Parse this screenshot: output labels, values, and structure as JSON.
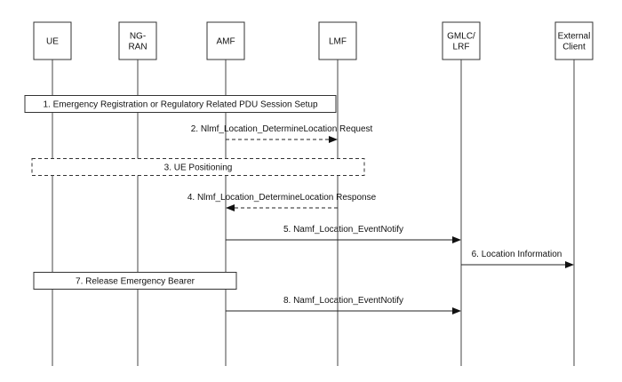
{
  "participants": [
    {
      "id": "ue",
      "lines": [
        "UE"
      ]
    },
    {
      "id": "ran",
      "lines": [
        "NG-",
        "RAN"
      ]
    },
    {
      "id": "amf",
      "lines": [
        "AMF"
      ]
    },
    {
      "id": "lmf",
      "lines": [
        "LMF"
      ]
    },
    {
      "id": "gmlc",
      "lines": [
        "GMLC/",
        "LRF"
      ]
    },
    {
      "id": "ext",
      "lines": [
        "External",
        "Client"
      ]
    }
  ],
  "steps": [
    {
      "kind": "box",
      "from": "ue",
      "to": "lmf",
      "style": "solid",
      "label": "1. Emergency Registration or Regulatory Related PDU Session Setup"
    },
    {
      "kind": "arrow",
      "from": "amf",
      "to": "lmf",
      "style": "dashed",
      "label": "2. Nlmf_Location_DetermineLocation Request"
    },
    {
      "kind": "box",
      "from": "ue",
      "to": "lmf",
      "style": "dashed",
      "label": "3. UE Positioning"
    },
    {
      "kind": "arrow",
      "from": "lmf",
      "to": "amf",
      "style": "dashed",
      "label": "4. Nlmf_Location_DetermineLocation Response"
    },
    {
      "kind": "arrow",
      "from": "amf",
      "to": "gmlc",
      "style": "solid",
      "label": "5. Namf_Location_EventNotify"
    },
    {
      "kind": "arrow",
      "from": "gmlc",
      "to": "ext",
      "style": "solid",
      "label": "6. Location Information"
    },
    {
      "kind": "box",
      "from": "ue",
      "to": "amf",
      "style": "solid",
      "label": "7. Release Emergency Bearer"
    },
    {
      "kind": "arrow",
      "from": "amf",
      "to": "gmlc",
      "style": "solid",
      "label": "8. Namf_Location_EventNotify"
    }
  ]
}
